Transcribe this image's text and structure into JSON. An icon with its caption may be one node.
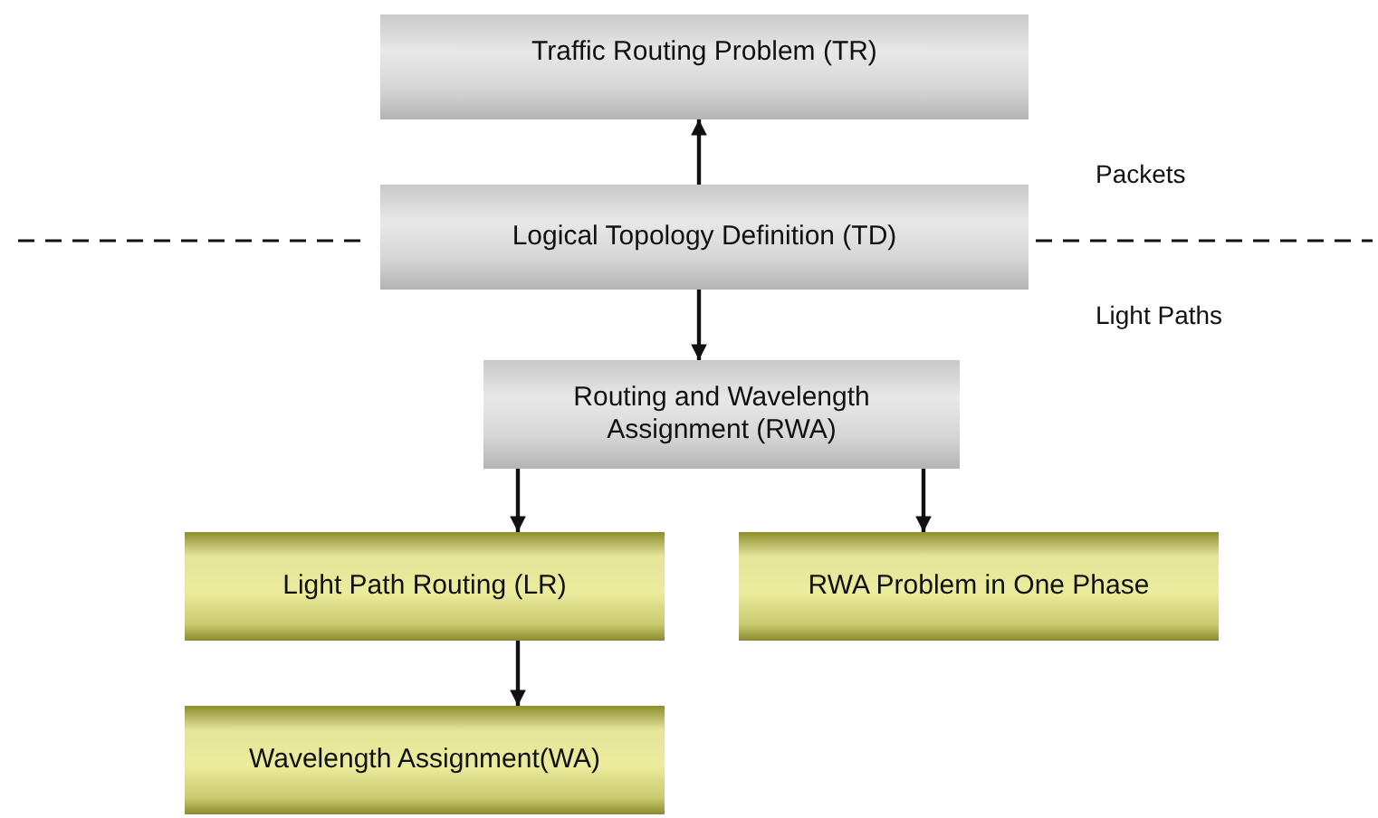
{
  "diagram": {
    "nodes": [
      {
        "text": [
          "Traffic Routing Problem (TR)"
        ]
      },
      {
        "text": [
          "Logical Topology Definition (TD)"
        ]
      },
      {
        "text": [
          "Routing and Wavelength Assignment (RWA)"
        ]
      },
      {
        "text": [
          "Light Path Routing (LR)"
        ]
      },
      {
        "text": [
          "RWA Problem in One Phase"
        ]
      },
      {
        "text": [
          "Wavelength Assignment(WA)"
        ]
      }
    ],
    "edges": [
      {
        "from": 1,
        "to": 0,
        "arrow": "to"
      },
      {
        "from": 1,
        "to": 2,
        "arrow": "to"
      },
      {
        "from": 2,
        "to": 3,
        "arrow": "to"
      },
      {
        "from": 2,
        "to": 4,
        "arrow": "to"
      },
      {
        "from": 3,
        "to": 5,
        "arrow": "to"
      }
    ],
    "labels": [
      "Packets",
      "Light Paths"
    ]
  }
}
